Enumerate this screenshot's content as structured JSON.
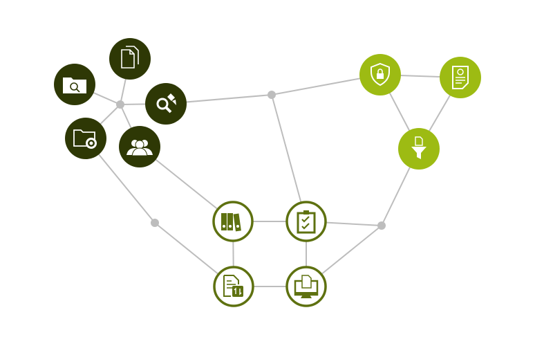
{
  "colors": {
    "dark": "#2e3805",
    "lime": "#9dbb13",
    "olive": "#5e7110",
    "edge": "#bdbdbd",
    "white": "#ffffff"
  },
  "nodes": [
    {
      "id": "documents",
      "icon": "documents-icon",
      "style": "dark"
    },
    {
      "id": "folder-search",
      "icon": "folder-search-icon",
      "style": "dark"
    },
    {
      "id": "search-edit",
      "icon": "search-edit-icon",
      "style": "dark"
    },
    {
      "id": "folder-settings",
      "icon": "folder-gear-icon",
      "style": "dark"
    },
    {
      "id": "users",
      "icon": "users-icon",
      "style": "dark"
    },
    {
      "id": "security",
      "icon": "shield-lock-icon",
      "style": "lime"
    },
    {
      "id": "certificate",
      "icon": "document-check-icon",
      "style": "lime"
    },
    {
      "id": "filter",
      "icon": "document-filter-icon",
      "style": "lime"
    },
    {
      "id": "binders",
      "icon": "binders-icon",
      "style": "olive"
    },
    {
      "id": "checklist",
      "icon": "clipboard-check-icon",
      "style": "olive"
    },
    {
      "id": "doc-transfer",
      "icon": "document-transfer-icon",
      "style": "olive"
    },
    {
      "id": "monitor-doc",
      "icon": "monitor-document-icon",
      "style": "olive"
    }
  ],
  "hubs": [
    "hub-a",
    "hub-b",
    "hub-c",
    "hub-d"
  ],
  "edges": [
    [
      "hub-a",
      "folder-search"
    ],
    [
      "hub-a",
      "documents"
    ],
    [
      "hub-a",
      "search-edit"
    ],
    [
      "hub-a",
      "folder-settings"
    ],
    [
      "hub-a",
      "users"
    ],
    [
      "search-edit",
      "hub-b"
    ],
    [
      "hub-b",
      "security"
    ],
    [
      "hub-b",
      "checklist"
    ],
    [
      "security",
      "certificate"
    ],
    [
      "security",
      "filter"
    ],
    [
      "certificate",
      "filter"
    ],
    [
      "filter",
      "hub-d"
    ],
    [
      "checklist",
      "hub-d"
    ],
    [
      "monitor-doc",
      "hub-d"
    ],
    [
      "folder-settings",
      "hub-c"
    ],
    [
      "hub-c",
      "doc-transfer"
    ],
    [
      "users",
      "binders"
    ],
    [
      "binders",
      "checklist"
    ],
    [
      "binders",
      "doc-transfer"
    ],
    [
      "checklist",
      "monitor-doc"
    ],
    [
      "doc-transfer",
      "monitor-doc"
    ]
  ]
}
